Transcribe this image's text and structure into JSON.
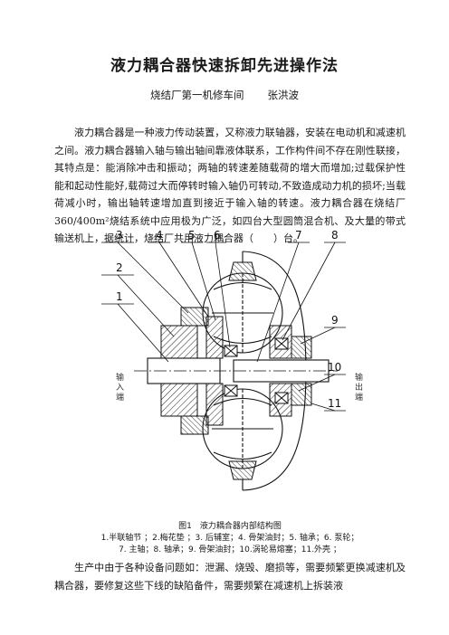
{
  "title": "液力耦合器快速拆卸先进操作法",
  "author": {
    "unit": "烧结厂第一机修车间",
    "name": "张洪波"
  },
  "paragraphs": [
    "液力耦合器是一种液力传动装置，又称液力联轴器，安装在电动机和减速机之间。液力耦合器输入轴与输出轴间靠液体联系，工作构件间不存在刚性联接，其特点是：能消除冲击和振动；两轴的转速差随载荷的增大而增加;过载保护性能和起动性能好,载荷过大而停转时输入轴仍可转动,不致造成动力机的损坏;当载荷减小时，输出轴转速增加直到接近于输入轴的转速。液力耦合器在烧结厂360/400m²烧结系统中应用极为广泛，如四台大型圆筒混合机、及大量的带式输送机上，据统计，烧结厂共用液力耦合器（　　）台。",
    "生产中由于各种设备问题如：泄漏、烧毁、磨损等，需要频繁更换减速机及耦合器，要修复这些下线的缺陷备件，需要频繁在减速机上拆装液"
  ],
  "figure": {
    "callouts": [
      "1",
      "2",
      "3",
      "4",
      "5",
      "6",
      "7",
      "8",
      "9",
      "10",
      "11"
    ],
    "input_label": [
      "输",
      "入",
      "端"
    ],
    "output_label": [
      "输",
      "出",
      "端"
    ],
    "caption_title": "图1　液力耦合器内部结构图",
    "caption_line1": "1.半联轴节 ；2.梅花垫 ；3. 后辅室；4. 骨架油封；5. 轴承；6. 泵轮；",
    "caption_line2": "7. 主轴；8. 轴承；9. 骨架油封；10.涡轮易熔塞；11.外壳 ；"
  }
}
